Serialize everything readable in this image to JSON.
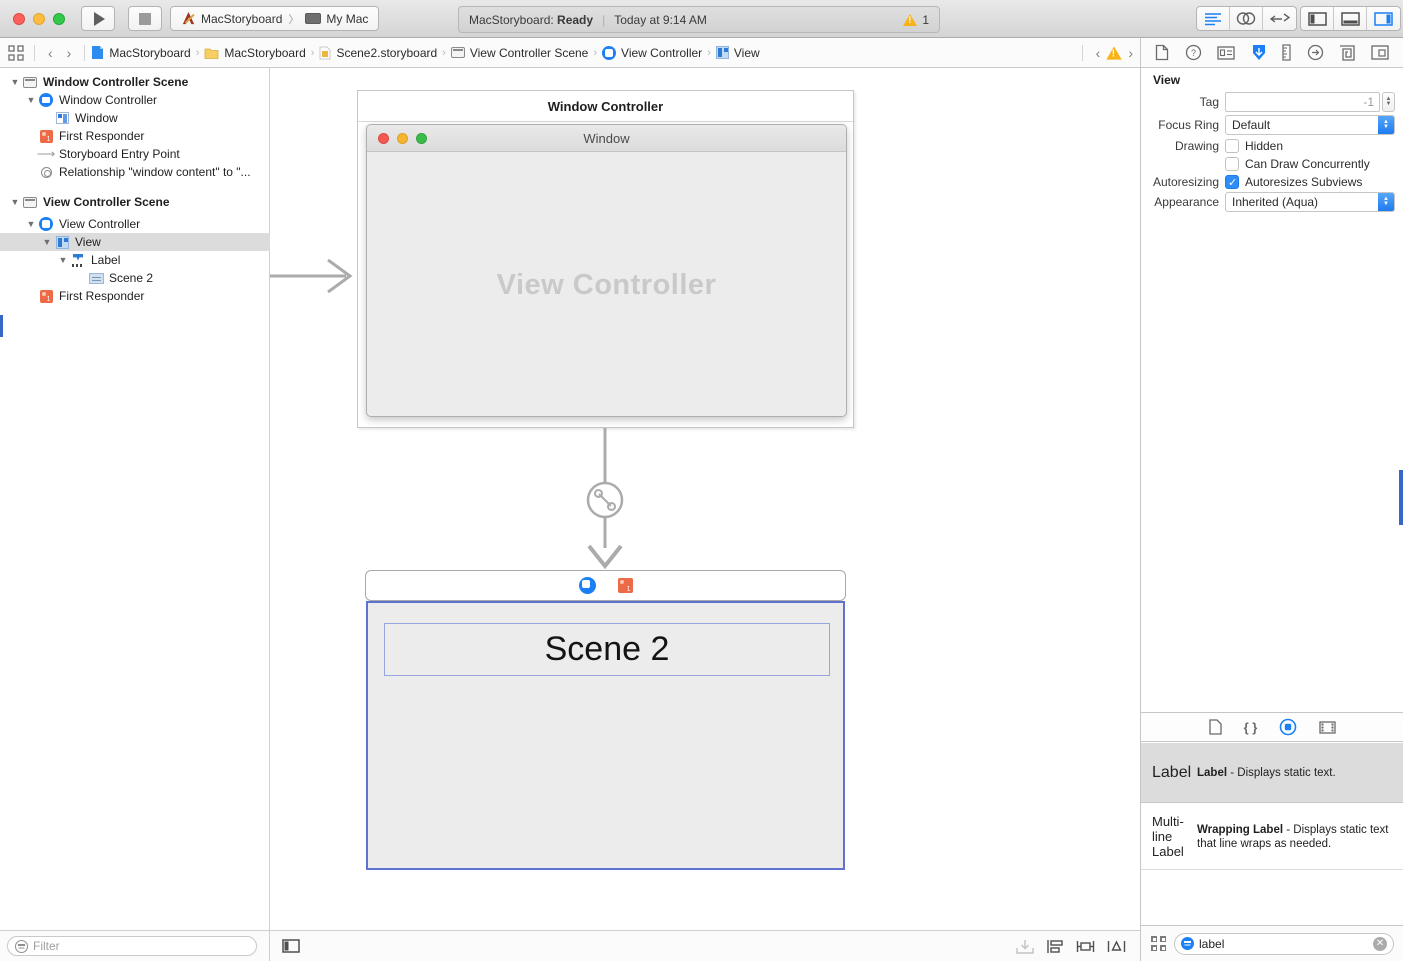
{
  "toolbar": {
    "scheme_name": "MacStoryboard",
    "scheme_destination": "My Mac",
    "status_project": "MacStoryboard:",
    "status_state": "Ready",
    "status_time": "Today at 9:14 AM",
    "warning_count": "1"
  },
  "jumpbar": {
    "sep": "›",
    "back": "‹",
    "forward": "›",
    "crumbs": [
      {
        "label": "MacStoryboard"
      },
      {
        "label": "MacStoryboard"
      },
      {
        "label": "Scene2.storyboard"
      },
      {
        "label": "View Controller Scene"
      },
      {
        "label": "View Controller"
      },
      {
        "label": "View"
      }
    ]
  },
  "outline": {
    "items": [
      {
        "label": "Window Controller Scene"
      },
      {
        "label": "Window Controller"
      },
      {
        "label": "Window"
      },
      {
        "label": "First Responder"
      },
      {
        "label": "Storyboard Entry Point"
      },
      {
        "label": "Relationship \"window content\" to \"..."
      },
      {
        "label": "View Controller Scene"
      },
      {
        "label": "View Controller"
      },
      {
        "label": "View"
      },
      {
        "label": "Label"
      },
      {
        "label": "Scene 2"
      },
      {
        "label": "First Responder"
      }
    ],
    "filter_placeholder": "Filter"
  },
  "canvas": {
    "window_controller_title": "Window Controller",
    "window_title": "Window",
    "placeholder": "View Controller",
    "scene2_label": "Scene 2"
  },
  "inspector": {
    "header": "View",
    "tag_label": "Tag",
    "tag_value": "-1",
    "focus_ring_label": "Focus Ring",
    "focus_ring_value": "Default",
    "drawing_label": "Drawing",
    "hidden_label": "Hidden",
    "concurrent_label": "Can Draw Concurrently",
    "autoresizing_label": "Autoresizing",
    "autoresizes_label": "Autoresizes Subviews",
    "appearance_label": "Appearance",
    "appearance_value": "Inherited (Aqua)"
  },
  "library": {
    "items": [
      {
        "preview": "Label",
        "name": "Label",
        "desc": " - Displays static text."
      },
      {
        "preview": "Multi-line Label",
        "name": "Wrapping Label",
        "desc": " - Displays static text that line wraps as needed."
      }
    ],
    "search_value": "label"
  }
}
